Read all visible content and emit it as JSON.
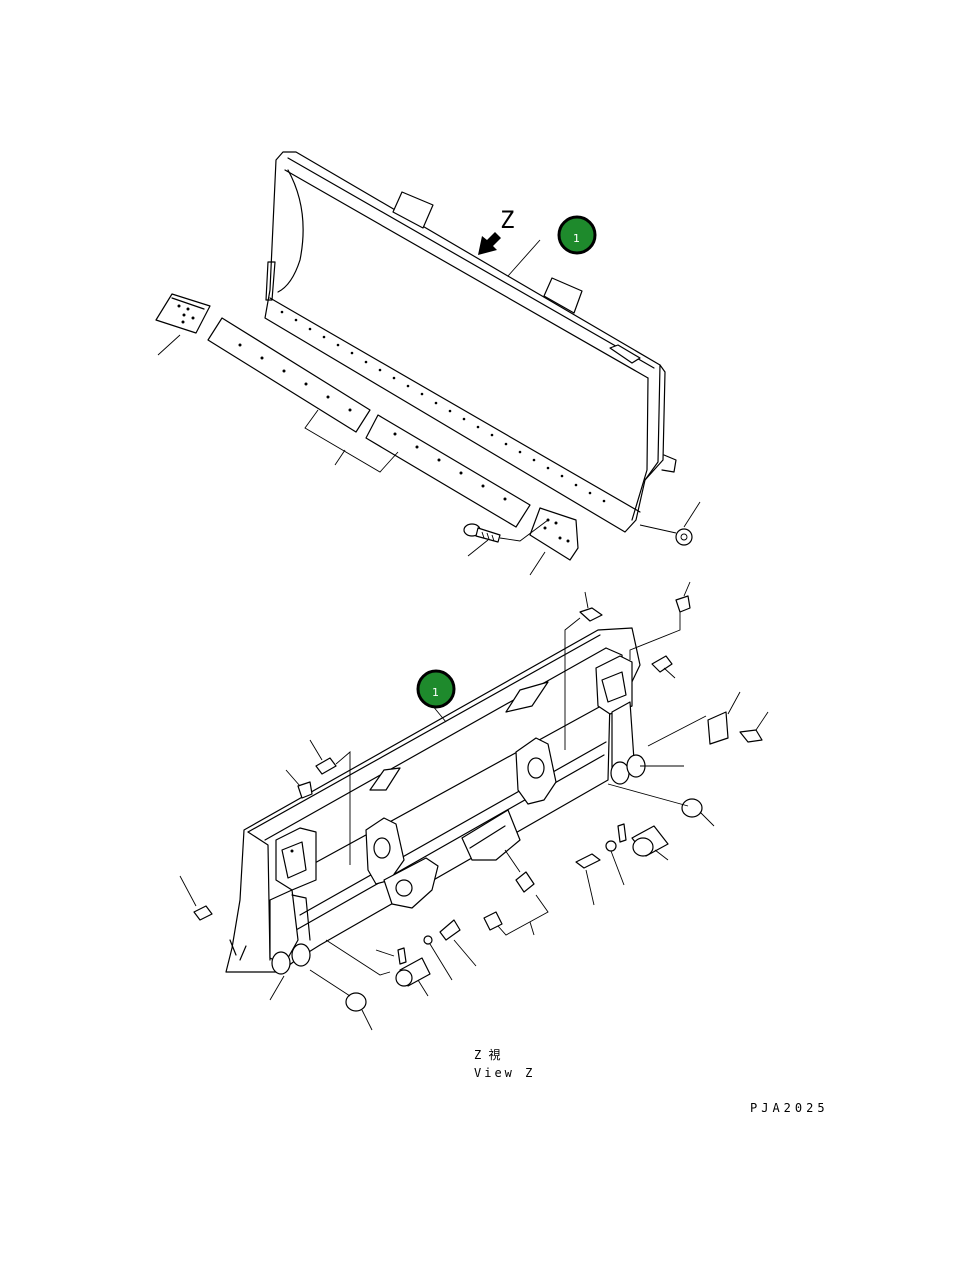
{
  "callouts": [
    {
      "label": "1",
      "color": "#1e8a2c"
    },
    {
      "label": "1",
      "color": "#1e8a2c"
    }
  ],
  "view_arrow_label": "Z",
  "view_caption_jp": "Z  視",
  "view_caption_en": "View Z",
  "drawing_code": "PJA2025"
}
